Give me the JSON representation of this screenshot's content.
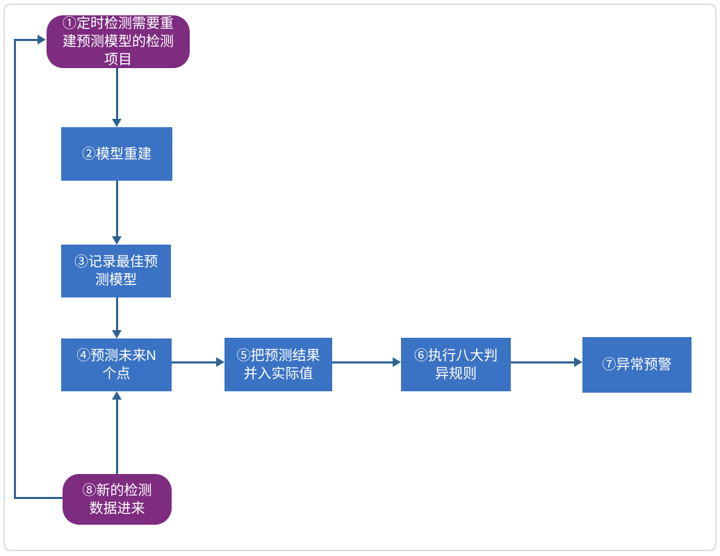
{
  "diagram": {
    "type": "flowchart",
    "nodes": [
      {
        "id": "1",
        "label": "①定时检测需要重建预测模型的检测项目",
        "shape": "rounded",
        "role": "start"
      },
      {
        "id": "2",
        "label": "②模型重建",
        "shape": "rect",
        "role": "process"
      },
      {
        "id": "3",
        "label": "③记录最佳预测模型",
        "shape": "rect",
        "role": "process"
      },
      {
        "id": "4",
        "label": "④预测未来N个点",
        "shape": "rect",
        "role": "process"
      },
      {
        "id": "5",
        "label": "⑤把预测结果并入实际值",
        "shape": "rect",
        "role": "process"
      },
      {
        "id": "6",
        "label": "⑥执行八大判异规则",
        "shape": "rect",
        "role": "process"
      },
      {
        "id": "7",
        "label": "⑦异常预警",
        "shape": "rect",
        "role": "process"
      },
      {
        "id": "8",
        "label": "⑧新的检测数据进来",
        "shape": "rounded",
        "role": "input"
      }
    ],
    "edges": [
      {
        "from": "1",
        "to": "2",
        "direction": "down"
      },
      {
        "from": "2",
        "to": "3",
        "direction": "down"
      },
      {
        "from": "3",
        "to": "4",
        "direction": "down"
      },
      {
        "from": "4",
        "to": "5",
        "direction": "right"
      },
      {
        "from": "5",
        "to": "6",
        "direction": "right"
      },
      {
        "from": "6",
        "to": "7",
        "direction": "right"
      },
      {
        "from": "8",
        "to": "4",
        "direction": "up"
      },
      {
        "from": "8",
        "to": "1",
        "direction": "left-up-right-loop"
      }
    ],
    "colors": {
      "process_fill": "#3B73C4",
      "terminal_fill": "#7D2C80",
      "connector": "#2F6390",
      "text": "#FFFFFF",
      "page_border": "#DBDBDB",
      "background": "#FFFFFF"
    }
  }
}
